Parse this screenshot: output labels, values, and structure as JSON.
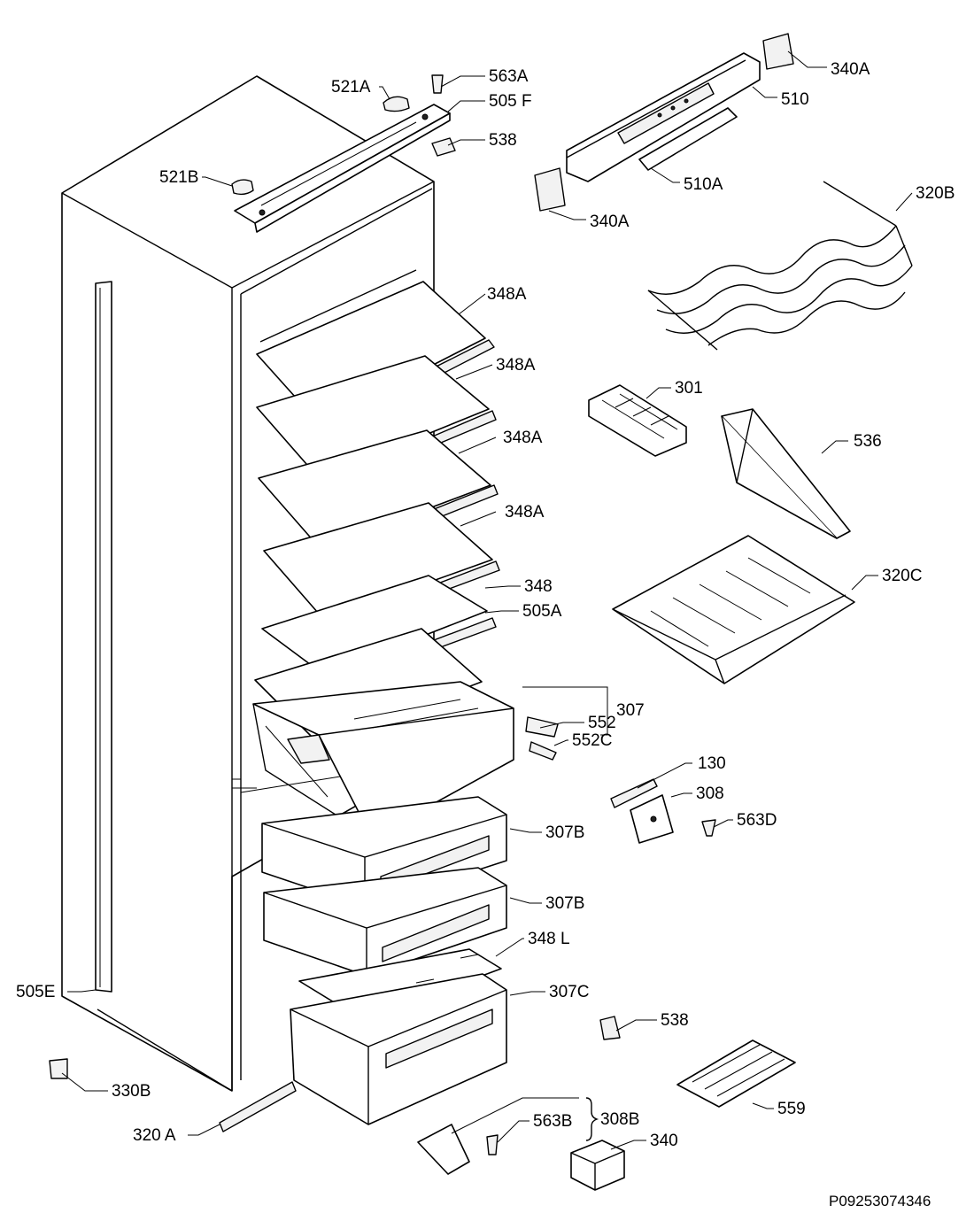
{
  "diagram": {
    "document_code": "P09253074346",
    "callouts": [
      {
        "id": "563a",
        "label": "563A"
      },
      {
        "id": "521a",
        "label": "521A"
      },
      {
        "id": "505f",
        "label": "505 F"
      },
      {
        "id": "538-top",
        "label": "538"
      },
      {
        "id": "521b",
        "label": "521B"
      },
      {
        "id": "340a-top",
        "label": "340A"
      },
      {
        "id": "510",
        "label": "510"
      },
      {
        "id": "510a",
        "label": "510A"
      },
      {
        "id": "340a-left",
        "label": "340A"
      },
      {
        "id": "320b",
        "label": "320B"
      },
      {
        "id": "348a-1",
        "label": "348A"
      },
      {
        "id": "348a-2",
        "label": "348A"
      },
      {
        "id": "348a-3",
        "label": "348A"
      },
      {
        "id": "348a-4",
        "label": "348A"
      },
      {
        "id": "348",
        "label": "348"
      },
      {
        "id": "505a",
        "label": "505A"
      },
      {
        "id": "301",
        "label": "301"
      },
      {
        "id": "536",
        "label": "536"
      },
      {
        "id": "320c",
        "label": "320C"
      },
      {
        "id": "307",
        "label": "307"
      },
      {
        "id": "552",
        "label": "552"
      },
      {
        "id": "552c",
        "label": "552C"
      },
      {
        "id": "130",
        "label": "130"
      },
      {
        "id": "308",
        "label": "308"
      },
      {
        "id": "563d",
        "label": "563D"
      },
      {
        "id": "307b-1",
        "label": "307B"
      },
      {
        "id": "307b-2",
        "label": "307B"
      },
      {
        "id": "348l",
        "label": "348 L"
      },
      {
        "id": "307c",
        "label": "307C"
      },
      {
        "id": "505e",
        "label": "505E"
      },
      {
        "id": "538-bottom",
        "label": "538"
      },
      {
        "id": "330b",
        "label": "330B"
      },
      {
        "id": "559",
        "label": "559"
      },
      {
        "id": "320a",
        "label": "320 A"
      },
      {
        "id": "308b",
        "label": "308B"
      },
      {
        "id": "563b",
        "label": "563B"
      },
      {
        "id": "340",
        "label": "340"
      }
    ]
  }
}
